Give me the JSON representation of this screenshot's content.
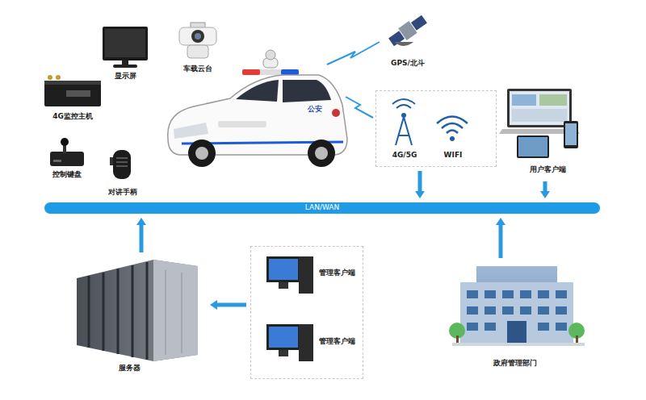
{
  "diagram": {
    "nodes": [
      {
        "text": [
          "4G/5G",
          "WIFI"
        ]
      },
      {
        "text": [
          "用户客户端"
        ]
      },
      {
        "text": [
          "LAN/WAN"
        ]
      },
      {
        "text": [
          "服务器"
        ]
      },
      {
        "text": [
          "管理客户端",
          "管理客户端"
        ]
      },
      {
        "text": [
          "政府管理部门"
        ]
      }
    ],
    "edges": [
      {
        "from": 0,
        "to": 2,
        "arrow": "to"
      },
      {
        "from": 1,
        "to": 2,
        "arrow": "to"
      },
      {
        "from": 3,
        "to": 2,
        "arrow": "to"
      },
      {
        "from": 4,
        "to": 3,
        "arrow": "to"
      },
      {
        "from": 5,
        "to": 2,
        "arrow": "to"
      }
    ],
    "labels": [
      "显示屏",
      "车载云台",
      "4G监控主机",
      "控制键盘",
      "对讲手柄",
      "GPS/北斗",
      "公安"
    ]
  }
}
